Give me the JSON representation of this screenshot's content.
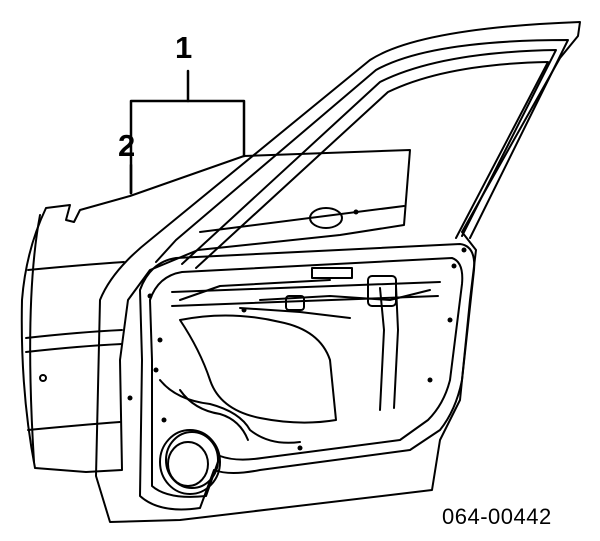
{
  "diagram": {
    "callouts": [
      {
        "label": "1"
      },
      {
        "label": "2"
      }
    ],
    "part_code": "064-00442",
    "line_color": "#000000",
    "background_color": "#ffffff"
  }
}
